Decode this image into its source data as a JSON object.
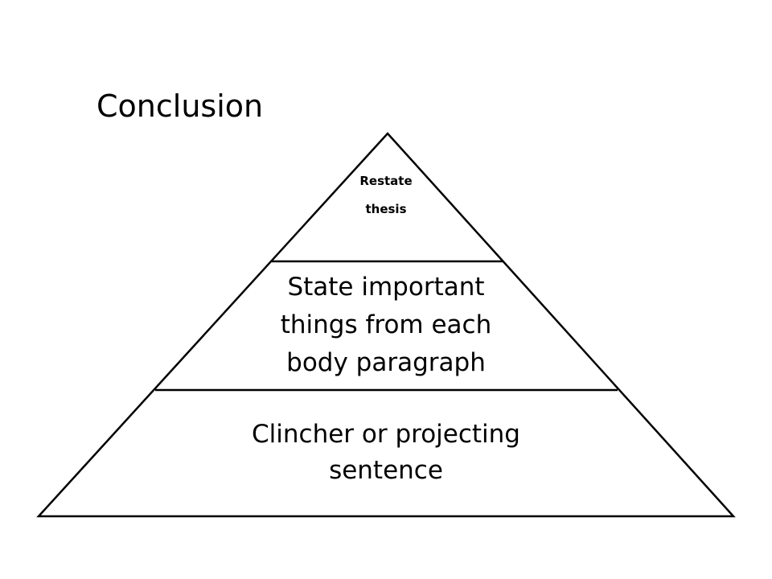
{
  "title": "Conclusion",
  "tiers": [
    {
      "lines": [
        "Restate",
        "thesis"
      ]
    },
    {
      "lines": [
        "State important",
        "things from each",
        "body paragraph"
      ]
    },
    {
      "lines": [
        "Clincher or projecting",
        "sentence"
      ]
    }
  ]
}
